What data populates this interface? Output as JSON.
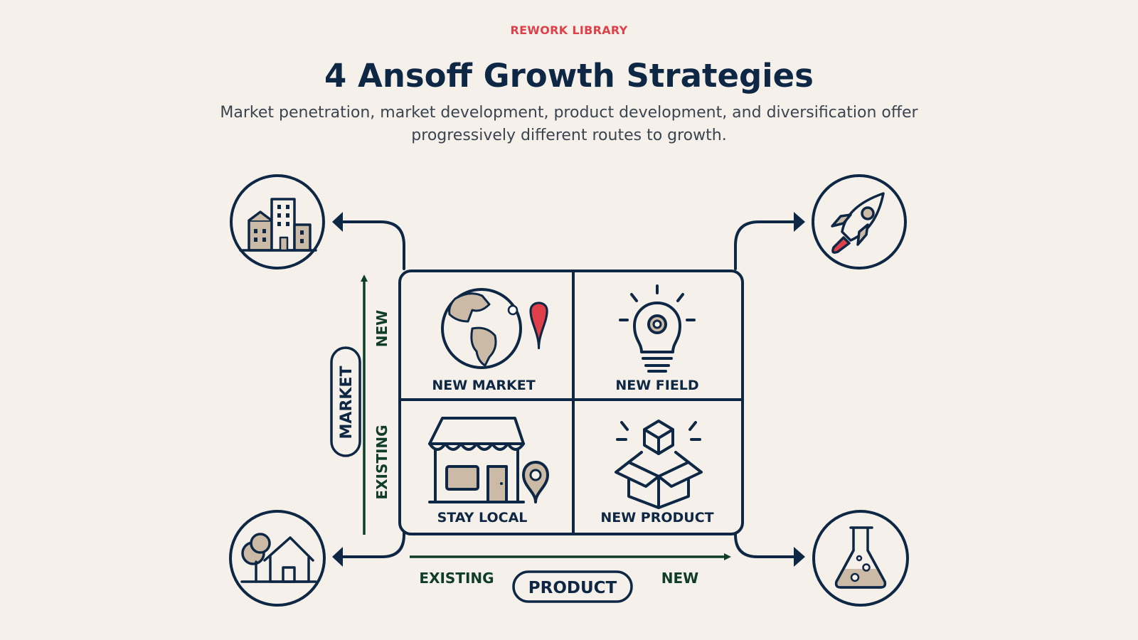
{
  "header": {
    "kicker": "REWORK LIBRARY",
    "title": "4 Ansoff Growth Strategies",
    "subtitle": "Market penetration, market development, product development, and diversification offer progressively different routes to growth."
  },
  "matrix": {
    "cells": {
      "top_left": "NEW MARKET",
      "top_right": "NEW FIELD",
      "bottom_left": "STAY LOCAL",
      "bottom_right": "NEW PRODUCT"
    }
  },
  "axes": {
    "market": {
      "label": "MARKET",
      "low": "EXISTING",
      "high": "NEW"
    },
    "product": {
      "label": "PRODUCT",
      "low": "EXISTING",
      "high": "NEW"
    }
  },
  "corner_icons": {
    "top_left": "buildings-icon",
    "top_right": "rocket-icon",
    "bottom_left": "house-tree-icon",
    "bottom_right": "flask-icon"
  },
  "colors": {
    "navy": "#0e2744",
    "dark_green": "#0f3d2a",
    "accent_red": "#e0404a",
    "fill_tan": "#cbbba6",
    "background": "#f5f1ea"
  }
}
